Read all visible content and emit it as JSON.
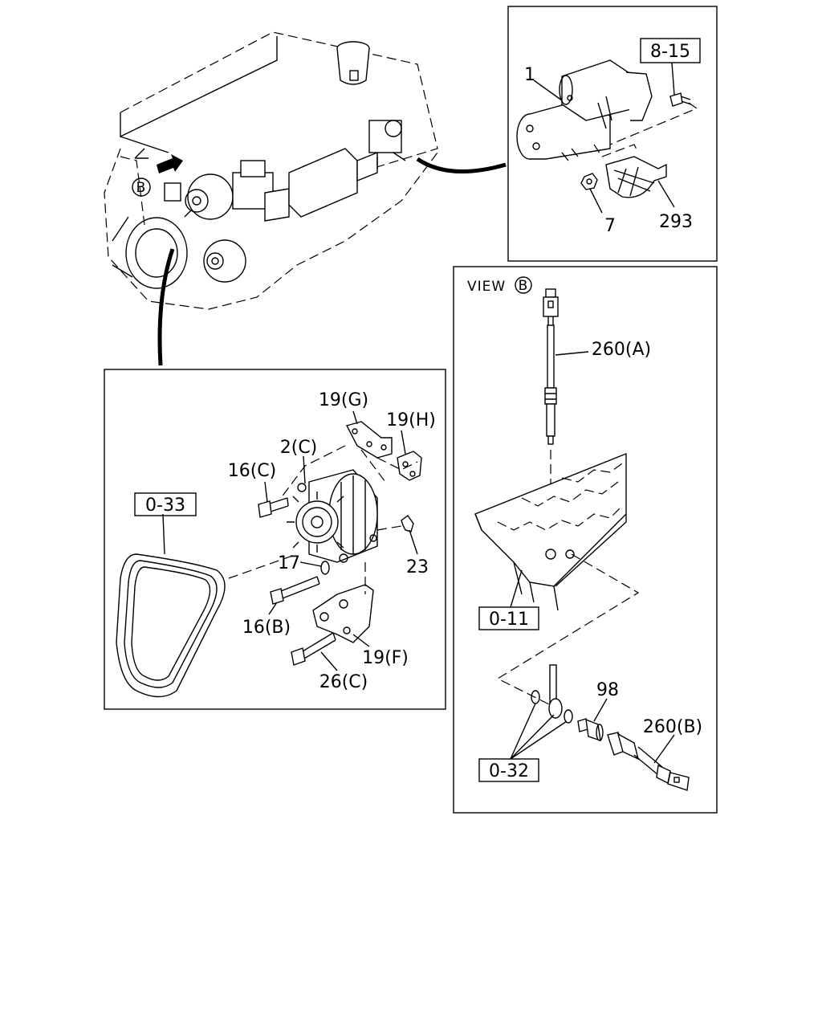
{
  "diagram": {
    "engine": {
      "view_marker": "B"
    },
    "starter_panel": {
      "labels": {
        "ref": "8-15",
        "starter": "1",
        "nut": "7",
        "cover": "293"
      }
    },
    "alternator_panel": {
      "labels": {
        "belt_ref": "0-33",
        "bracket_g": "19(G)",
        "bracket_h": "19(H)",
        "alternator": "2(C)",
        "bolt_c": "16(C)",
        "washer": "17",
        "clip": "23",
        "bolt_b": "16(B)",
        "bracket_f": "19(F)",
        "bolt_26c": "26(C)"
      }
    },
    "view_b_panel": {
      "title_text": "VIEW",
      "title_marker": "B",
      "labels": {
        "sensor_a": "260(A)",
        "head_ref": "0-11",
        "bolt_98": "98",
        "sensor_b": "260(B)",
        "gasket_ref": "0-32"
      }
    }
  }
}
